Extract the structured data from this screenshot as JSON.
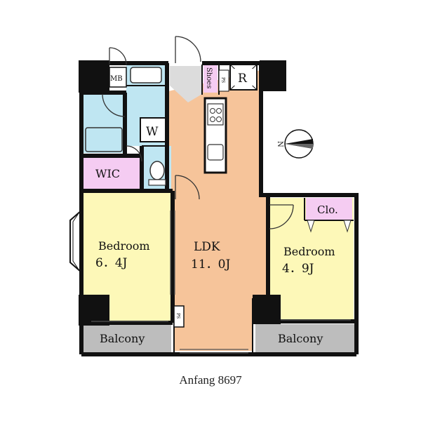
{
  "rooms": {
    "ldk": {
      "name": "LDK",
      "size": "11．0J"
    },
    "bedroom_left": {
      "name": "Bedroom",
      "size": "6．4J"
    },
    "bedroom_right": {
      "name": "Bedroom",
      "size": "4．9J"
    },
    "wic": {
      "name": "WIC"
    },
    "closet": {
      "name": "Clo."
    },
    "washer": {
      "name": "W"
    },
    "refrigerator": {
      "name": "R"
    },
    "shoes": {
      "name": "Shoes"
    },
    "meter_box": {
      "name": "MB"
    },
    "pipe_space_top": {
      "name": "PS"
    },
    "pipe_space_bottom": {
      "name": "PS"
    },
    "balcony_left": {
      "name": "Balcony"
    },
    "balcony_right": {
      "name": "Balcony"
    }
  },
  "compass": {
    "label": "N"
  },
  "caption": "Anfang 8697",
  "colors": {
    "ldk": "#f6c49a",
    "bedroom": "#fdf8b8",
    "wet_area": "#bfe6f2",
    "storage": "#f5ccf2",
    "balcony": "#bdbdbd",
    "wall": "#111111"
  }
}
